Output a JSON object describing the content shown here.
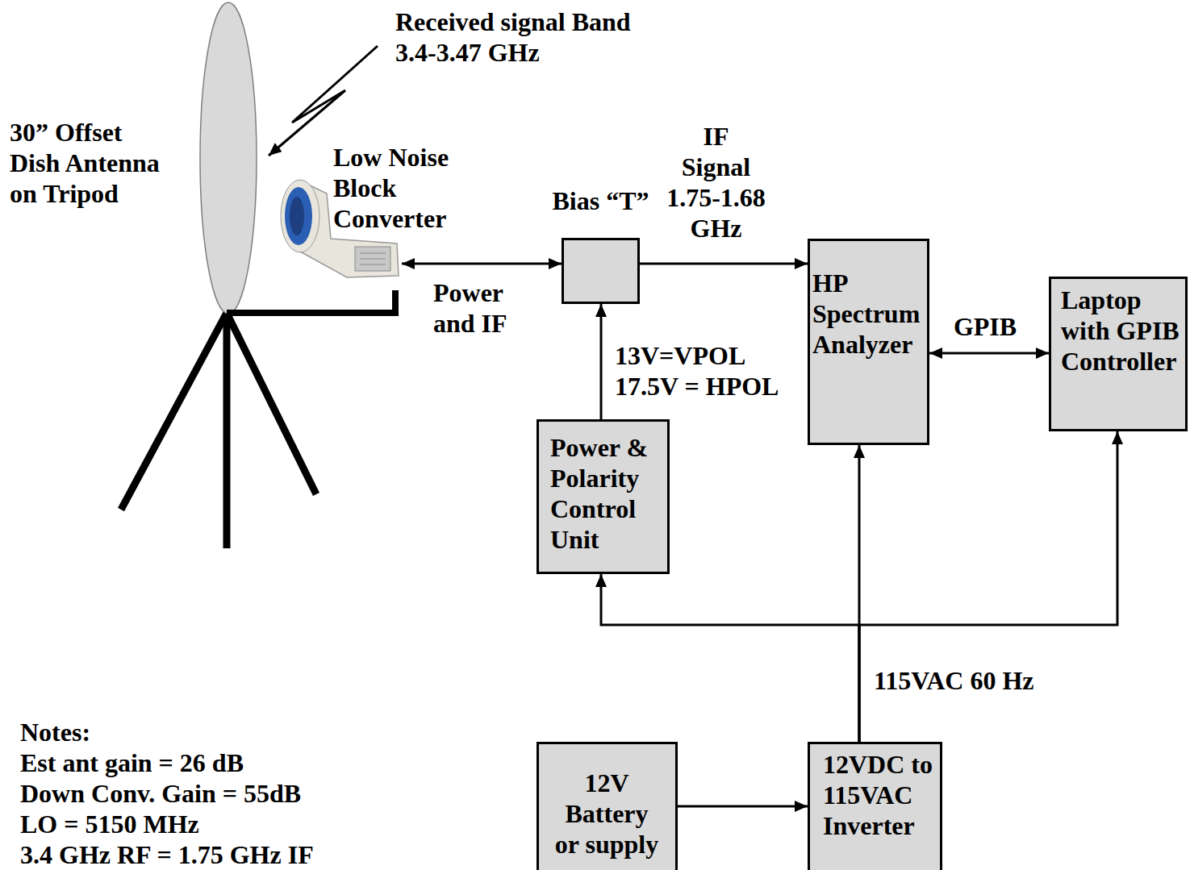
{
  "diagram": {
    "nodes": [
      {
        "text": [
          "Low Noise Block Converter"
        ]
      },
      {
        "text": [
          "Bias “T”"
        ]
      },
      {
        "text": [
          "HP Spectrum Analyzer"
        ]
      },
      {
        "text": [
          "Laptop with GPIB Controller"
        ]
      },
      {
        "text": [
          "Power & Polarity Control Unit"
        ]
      },
      {
        "text": [
          "12V Battery or supply"
        ]
      },
      {
        "text": [
          "12VDC to 115VAC Inverter"
        ]
      }
    ],
    "edges": [
      {
        "from": 0,
        "to": 1,
        "arrow": "both",
        "label": "Power and IF"
      },
      {
        "from": 1,
        "to": 2,
        "arrow": "to",
        "label": "IF Signal 1.75-1.68 GHz"
      },
      {
        "from": 4,
        "to": 1,
        "arrow": "to",
        "label": "13V=VPOL 17.5V = HPOL"
      },
      {
        "from": 2,
        "to": 3,
        "arrow": "both",
        "label": "GPIB"
      },
      {
        "from": 5,
        "to": 6,
        "arrow": "to"
      },
      {
        "from": 6,
        "to": 2,
        "arrow": "to",
        "label": "115VAC 60 Hz"
      },
      {
        "from": 6,
        "to": 4,
        "arrow": "to"
      },
      {
        "from": 6,
        "to": 3,
        "arrow": "to"
      }
    ],
    "labels": [
      "Received signal Band 3.4-3.47 GHz",
      "30” Offset Dish Antenna on Tripod",
      "Notes:",
      "Est ant gain = 26 dB",
      "Down Conv. Gain = 55dB",
      "LO = 5150 MHz",
      "3.4 GHz RF = 1.75 GHz IF"
    ]
  }
}
